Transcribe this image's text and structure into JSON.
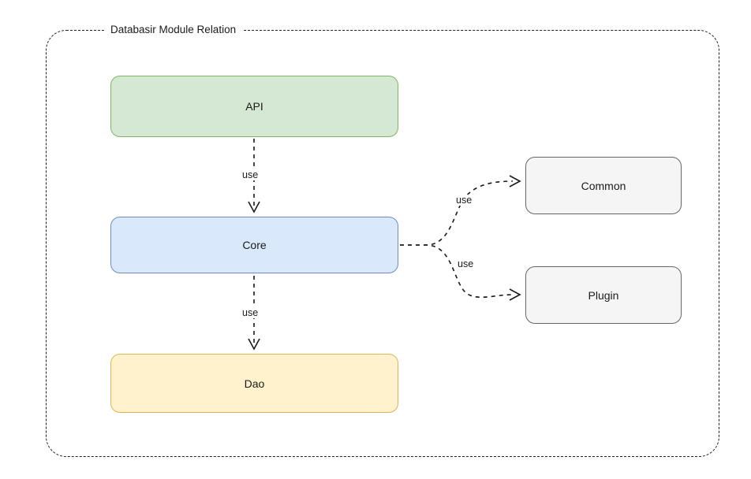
{
  "diagram": {
    "title": "Databasir Module Relation",
    "nodes": [
      {
        "id": "api",
        "label": "API",
        "fill": "#d5e8d4",
        "stroke": "#82b366"
      },
      {
        "id": "core",
        "label": "Core",
        "fill": "#dae8fc",
        "stroke": "#6c8ebf"
      },
      {
        "id": "dao",
        "label": "Dao",
        "fill": "#fff2cc",
        "stroke": "#d6b656"
      },
      {
        "id": "common",
        "label": "Common",
        "fill": "#f5f5f5",
        "stroke": "#666666"
      },
      {
        "id": "plugin",
        "label": "Plugin",
        "fill": "#f5f5f5",
        "stroke": "#666666"
      }
    ],
    "edges": [
      {
        "from": "api",
        "to": "core",
        "label": "use"
      },
      {
        "from": "core",
        "to": "dao",
        "label": "use"
      },
      {
        "from": "core",
        "to": "common",
        "label": "use"
      },
      {
        "from": "core",
        "to": "plugin",
        "label": "use"
      }
    ],
    "frame": {
      "border_style": "dashed",
      "border_color": "#1f1f1f"
    }
  }
}
